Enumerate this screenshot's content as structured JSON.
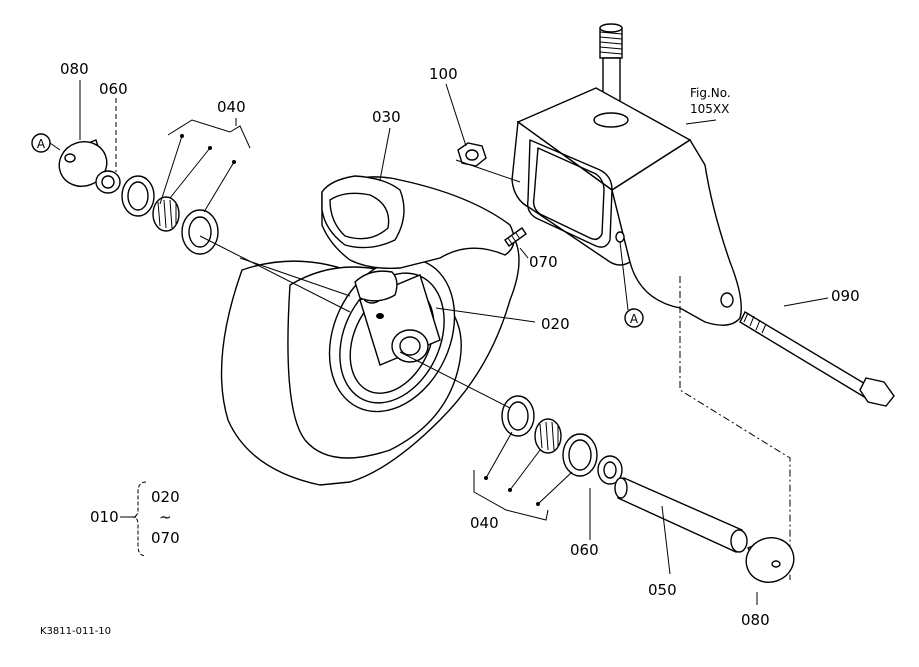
{
  "figure_ref": {
    "line1": "Fig.No.",
    "line2": "105XX"
  },
  "drawing_number": "K3811-011-10",
  "reference_marks": {
    "a1": "A",
    "a2": "A"
  },
  "callouts": {
    "left_collar": "080",
    "left_spacer": "060",
    "left_bearing_set": "040",
    "tire": "030",
    "nut": "100",
    "grease_fitting": "070",
    "wheel_hub": "020",
    "bolt": "090",
    "right_bearing_set": "040",
    "right_spacer": "060",
    "axle_collar": "050",
    "right_collar": "080"
  },
  "assembly_group": {
    "parent": "010",
    "from": "020",
    "tilde": "~",
    "to": "070"
  }
}
